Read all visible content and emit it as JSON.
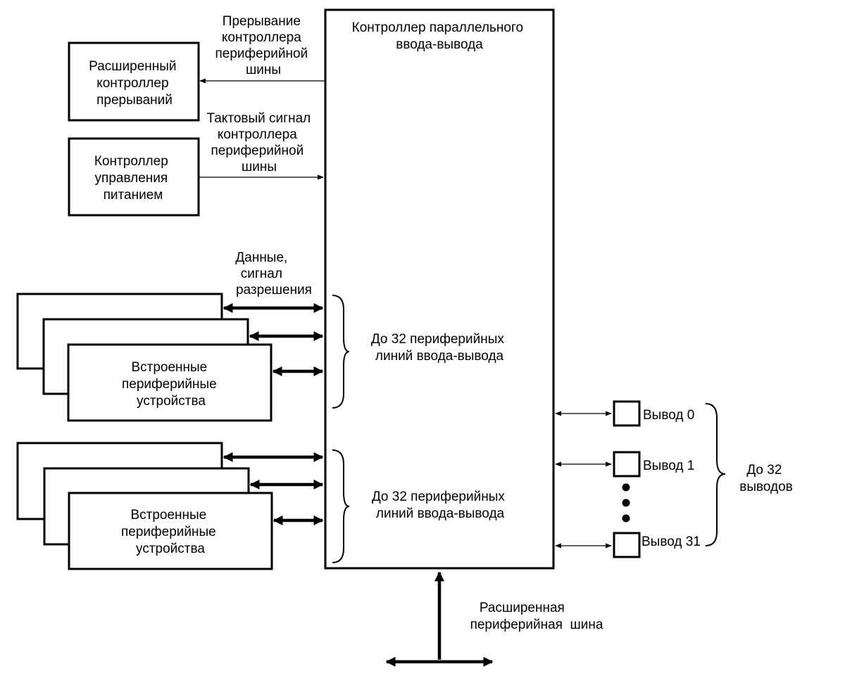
{
  "pio_controller": {
    "line1": "Контроллер параллельного",
    "line2": "ввода-вывода"
  },
  "interrupt_controller": {
    "line1": "Расширенный",
    "line2": "контроллер",
    "line3": "прерываний"
  },
  "power_controller": {
    "line1": "Контроллер",
    "line2": "управления",
    "line3": "питанием"
  },
  "interrupt_signal": {
    "line1": "Прерывание",
    "line2": "контроллера",
    "line3": "периферийной",
    "line4": "шины"
  },
  "clock_signal": {
    "line1": "Тактовый сигнал",
    "line2": "контроллера",
    "line3": "периферийной",
    "line4": "шины"
  },
  "data_signal": {
    "line1": "Данные,",
    "line2": "сигнал",
    "line3": "разрешения"
  },
  "peripherals_group1": {
    "line1": "Встроенные",
    "line2": "периферийные",
    "line3": "устройства"
  },
  "peripherals_group2": {
    "line1": "Встроенные",
    "line2": "периферийные",
    "line3": "устройства"
  },
  "io_lines_group1": {
    "line1": "До 32 периферийных",
    "line2": "линий ввода-вывода"
  },
  "io_lines_group2": {
    "line1": "До 32 периферийных",
    "line2": "линий ввода-вывода"
  },
  "pins": {
    "pin0": "Вывод 0",
    "pin1": "Вывод 1",
    "pin31": "Вывод 31"
  },
  "pins_total": {
    "line1": "До 32",
    "line2": "выводов"
  },
  "apb_bus": {
    "line1": "Расширенная",
    "line2": "периферийная  шина"
  }
}
